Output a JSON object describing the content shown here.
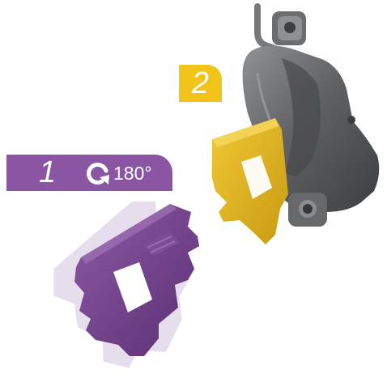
{
  "step1": {
    "number": "1",
    "rotation_label": "180°",
    "rotation_icon": "rotate-arrow-icon",
    "color": "#8a56a3"
  },
  "step2": {
    "number": "2",
    "color": "#f2c41a"
  },
  "colors": {
    "caliper": "#5d5f61",
    "spacer_purple": "#6e3f86",
    "spacer_yellow": "#d8ac1c"
  }
}
